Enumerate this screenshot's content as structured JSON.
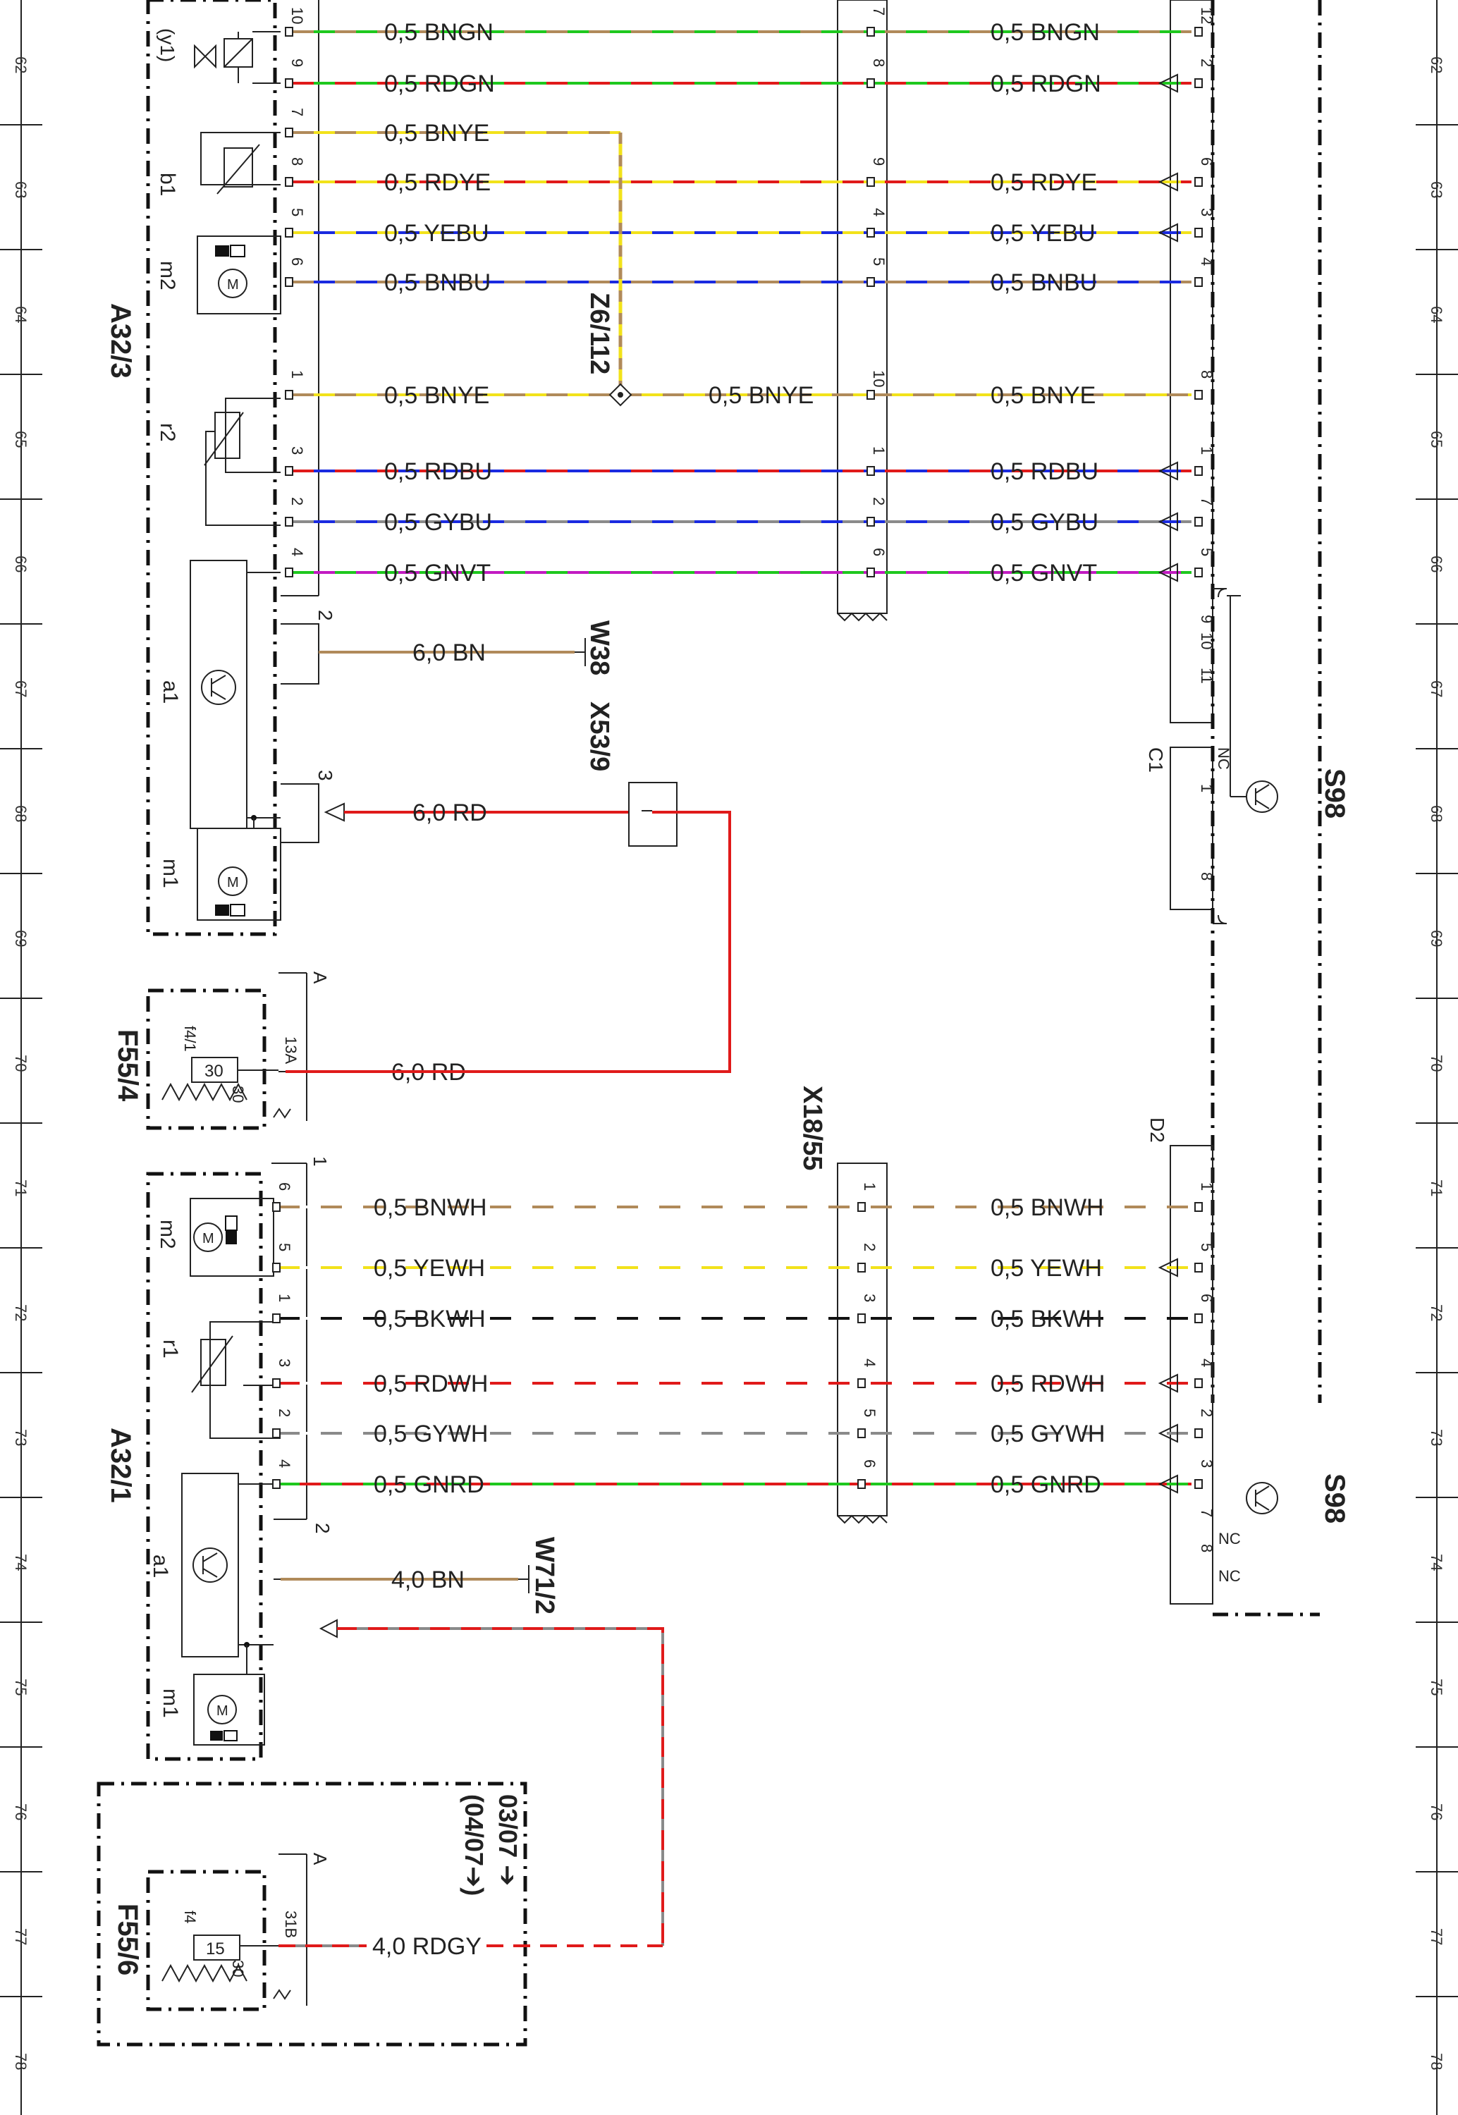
{
  "ruler": [
    "62",
    "63",
    "64",
    "65",
    "66",
    "67",
    "68",
    "69",
    "70",
    "71",
    "72",
    "73",
    "74",
    "75",
    "76",
    "77",
    "78"
  ],
  "colors": {
    "BN": "#b08a5a",
    "GN": "#1ec81e",
    "RD": "#e01a1a",
    "YE": "#f2e21a",
    "BU": "#1a2ae0",
    "GY": "#8a8a8a",
    "VT": "#c21ac2",
    "BK": "#111111",
    "WH": "#ffffff"
  },
  "components": {
    "A32_3": {
      "label": "A32/3",
      "y1": "(y1)",
      "b1": "b1",
      "m2": "m2",
      "r2": "r2",
      "a1": "a1",
      "m1": "m1"
    },
    "A32_1": {
      "label": "A32/1",
      "m2": "m2",
      "r1": "r1",
      "a1": "a1",
      "m1": "m1"
    },
    "F55_4": {
      "label": "F55/4",
      "fuse": "f4/1",
      "value": "30",
      "pin": "13A",
      "term": "30",
      "group": "A"
    },
    "F55_6": {
      "label": "F55/6",
      "fuse": "f4",
      "value": "15",
      "pin": "31B",
      "term": "30",
      "group": "A"
    },
    "S98_top": {
      "label": "S98",
      "C1": "C1",
      "nc": "NC"
    },
    "S98_bottom": {
      "label": "S98",
      "D2": "D2",
      "nc1": "NC",
      "nc2": "NC"
    },
    "W38": "W38",
    "X53_9": "X53/9",
    "Z6_112": "Z6/112",
    "W71_2": "W71/2",
    "X18_55": "X18/55",
    "date_note": "03/07 ➔",
    "date_note2": "(04/07➔)"
  },
  "connector_labels": {
    "c1": "1",
    "c2": "2",
    "c3": "3",
    "cA1": "A",
    "cA2": "A",
    "c1b": "1",
    "c2b": "2",
    "c2c": "2"
  },
  "wires_top": [
    {
      "name": "wire-bngn",
      "label": "0,5 BNGN",
      "label2": "0,5 BNGN",
      "pinL": "10",
      "pinM": "7",
      "pinR": "12",
      "c1": "BN",
      "c2": "GN"
    },
    {
      "name": "wire-rdgn",
      "label": "0,5 RDGN",
      "label2": "0,5 RDGN",
      "pinL": "9",
      "pinM": "8",
      "pinR": "2",
      "c1": "RD",
      "c2": "GN"
    },
    {
      "name": "wire-bnye-a",
      "label": "0,5 BNYE",
      "pinL": "7",
      "c1": "BN",
      "c2": "YE"
    },
    {
      "name": "wire-rdye",
      "label": "0,5 RDYE",
      "label2": "0,5 RDYE",
      "pinL": "8",
      "pinM": "9",
      "pinR": "6",
      "c1": "RD",
      "c2": "YE"
    },
    {
      "name": "wire-yebu",
      "label": "0,5 YEBU",
      "label2": "0,5 YEBU",
      "pinL": "5",
      "pinM": "4",
      "pinR": "3",
      "c1": "YE",
      "c2": "BU"
    },
    {
      "name": "wire-bnbu",
      "label": "0,5 BNBU",
      "label2": "0,5 BNBU",
      "pinL": "6",
      "pinM": "5",
      "pinR": "4",
      "c1": "BN",
      "c2": "BU"
    },
    {
      "name": "wire-bnye-b",
      "label": "0,5 BNYE",
      "label_mid": "0,5 BNYE",
      "label2": "0,5 BNYE",
      "pinL": "1",
      "pinM": "10",
      "pinR": "8",
      "c1": "BN",
      "c2": "YE"
    },
    {
      "name": "wire-rdbu",
      "label": "0,5 RDBU",
      "label2": "0,5 RDBU",
      "pinL": "3",
      "pinM": "1",
      "pinR": "1",
      "c1": "RD",
      "c2": "BU"
    },
    {
      "name": "wire-gybu",
      "label": "0,5 GYBU",
      "label2": "0,5 GYBU",
      "pinL": "2",
      "pinM": "2",
      "pinR": "7",
      "c1": "GY",
      "c2": "BU"
    },
    {
      "name": "wire-gnvt",
      "label": "0,5 GNVT",
      "label2": "0,5 GNVT",
      "pinL": "4",
      "pinM": "6",
      "pinR": "5",
      "c1": "GN",
      "c2": "VT"
    }
  ],
  "s98_top_pins": [
    "9",
    "10",
    "11",
    "1",
    "8"
  ],
  "power_top": [
    {
      "name": "wire-bn-6",
      "label": "6,0 BN",
      "pin": "2",
      "c1": "BN"
    },
    {
      "name": "wire-rd-6",
      "label": "6,0 RD",
      "pin": "3",
      "c1": "RD"
    },
    {
      "name": "wire-rd-6-fuse",
      "label": "6,0 RD",
      "c1": "RD"
    }
  ],
  "wires_bottom": [
    {
      "name": "wire-bnwh",
      "label": "0,5 BNWH",
      "label2": "0,5 BNWH",
      "pinL": "6",
      "pinM": "1",
      "pinR": "1",
      "c1": "BN",
      "c2": "WH"
    },
    {
      "name": "wire-yewh",
      "label": "0,5 YEWH",
      "label2": "0,5 YEWH",
      "pinL": "5",
      "pinM": "2",
      "pinR": "5",
      "c1": "YE",
      "c2": "WH"
    },
    {
      "name": "wire-bkwh",
      "label": "0,5 BKWH",
      "label2": "0,5 BKWH",
      "pinL": "1",
      "pinM": "3",
      "pinR": "6",
      "c1": "BK",
      "c2": "WH"
    },
    {
      "name": "wire-rdwh",
      "label": "0,5 RDWH",
      "label2": "0,5 RDWH",
      "pinL": "3",
      "pinM": "4",
      "pinR": "4",
      "c1": "RD",
      "c2": "WH"
    },
    {
      "name": "wire-gywh",
      "label": "0,5 GYWH",
      "label2": "0,5 GYWH",
      "pinL": "2",
      "pinM": "5",
      "pinR": "2",
      "c1": "GY",
      "c2": "WH"
    },
    {
      "name": "wire-gnrd",
      "label": "0,5 GNRD",
      "label2": "0,5 GNRD",
      "pinL": "4",
      "pinM": "6",
      "pinR": "3",
      "c1": "GN",
      "c2": "RD"
    }
  ],
  "s98_bottom_pins": [
    "7",
    "8"
  ],
  "power_bottom": [
    {
      "name": "wire-bn-4",
      "label": "4,0 BN",
      "pin": "1",
      "c1": "BN"
    },
    {
      "name": "wire-rdgy-4",
      "label": "4,0 RDGY",
      "pin": "2",
      "c1": "RD",
      "c2": "GY"
    }
  ]
}
